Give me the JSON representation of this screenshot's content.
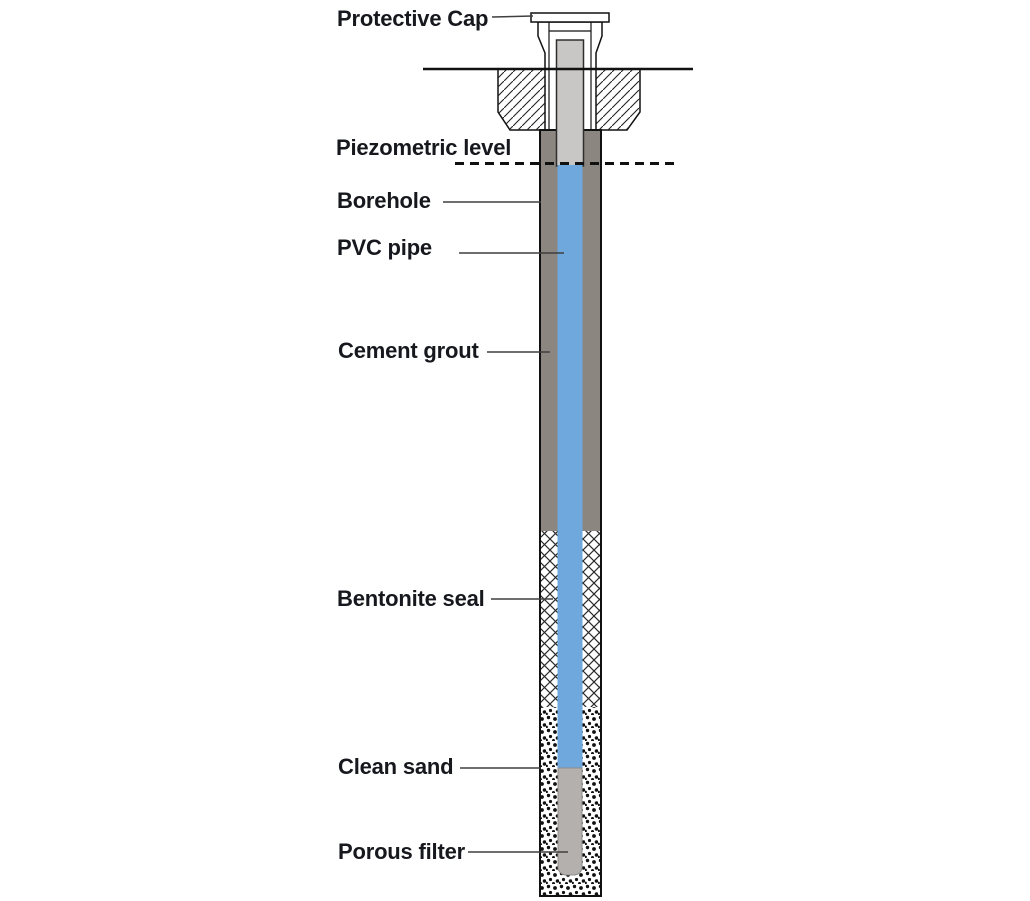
{
  "labels": {
    "protective_cap": "Protective Cap",
    "piezometric_level": "Piezometric level",
    "borehole": "Borehole",
    "pvc_pipe": "PVC pipe",
    "cement_grout": "Cement grout",
    "bentonite_seal": "Bentonite seal",
    "clean_sand": "Clean sand",
    "porous_filter": "Porous filter"
  },
  "colors": {
    "cement_grout": "#8b8680",
    "pvc_pipe": "#c9c7c5",
    "water": "#6fa8dc",
    "porous_filter": "#b3b0ad",
    "outline": "#16181d",
    "background": "#ffffff"
  }
}
